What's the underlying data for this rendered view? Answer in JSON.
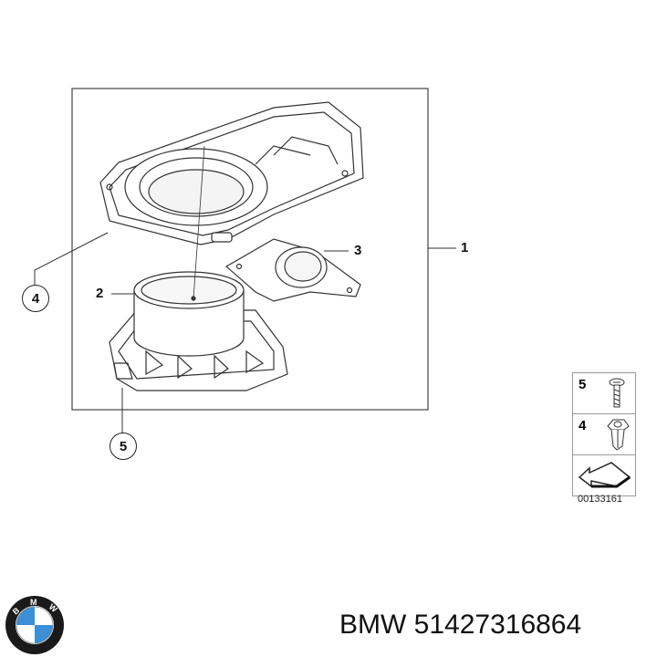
{
  "diagram": {
    "callouts": [
      {
        "id": "1",
        "label": "1",
        "style": "plain"
      },
      {
        "id": "2",
        "label": "2",
        "style": "plain"
      },
      {
        "id": "3",
        "label": "3",
        "style": "plain"
      },
      {
        "id": "4",
        "label": "4",
        "style": "circled"
      },
      {
        "id": "5",
        "label": "5",
        "style": "circled"
      }
    ],
    "legend": {
      "items": [
        {
          "number": "5",
          "icon": "screw-icon"
        },
        {
          "number": "4",
          "icon": "clip-nut-icon"
        },
        {
          "number": "",
          "icon": "arrow-icon"
        }
      ],
      "code": "00133161"
    }
  },
  "footer": {
    "brand_logo": "bmw-logo",
    "logo_letters": [
      "B",
      "M",
      "W"
    ],
    "title": "BMW 51427316864"
  },
  "colors": {
    "line": "#222222",
    "logo_blue": "#3a8fd6",
    "logo_ring": "#111111"
  }
}
